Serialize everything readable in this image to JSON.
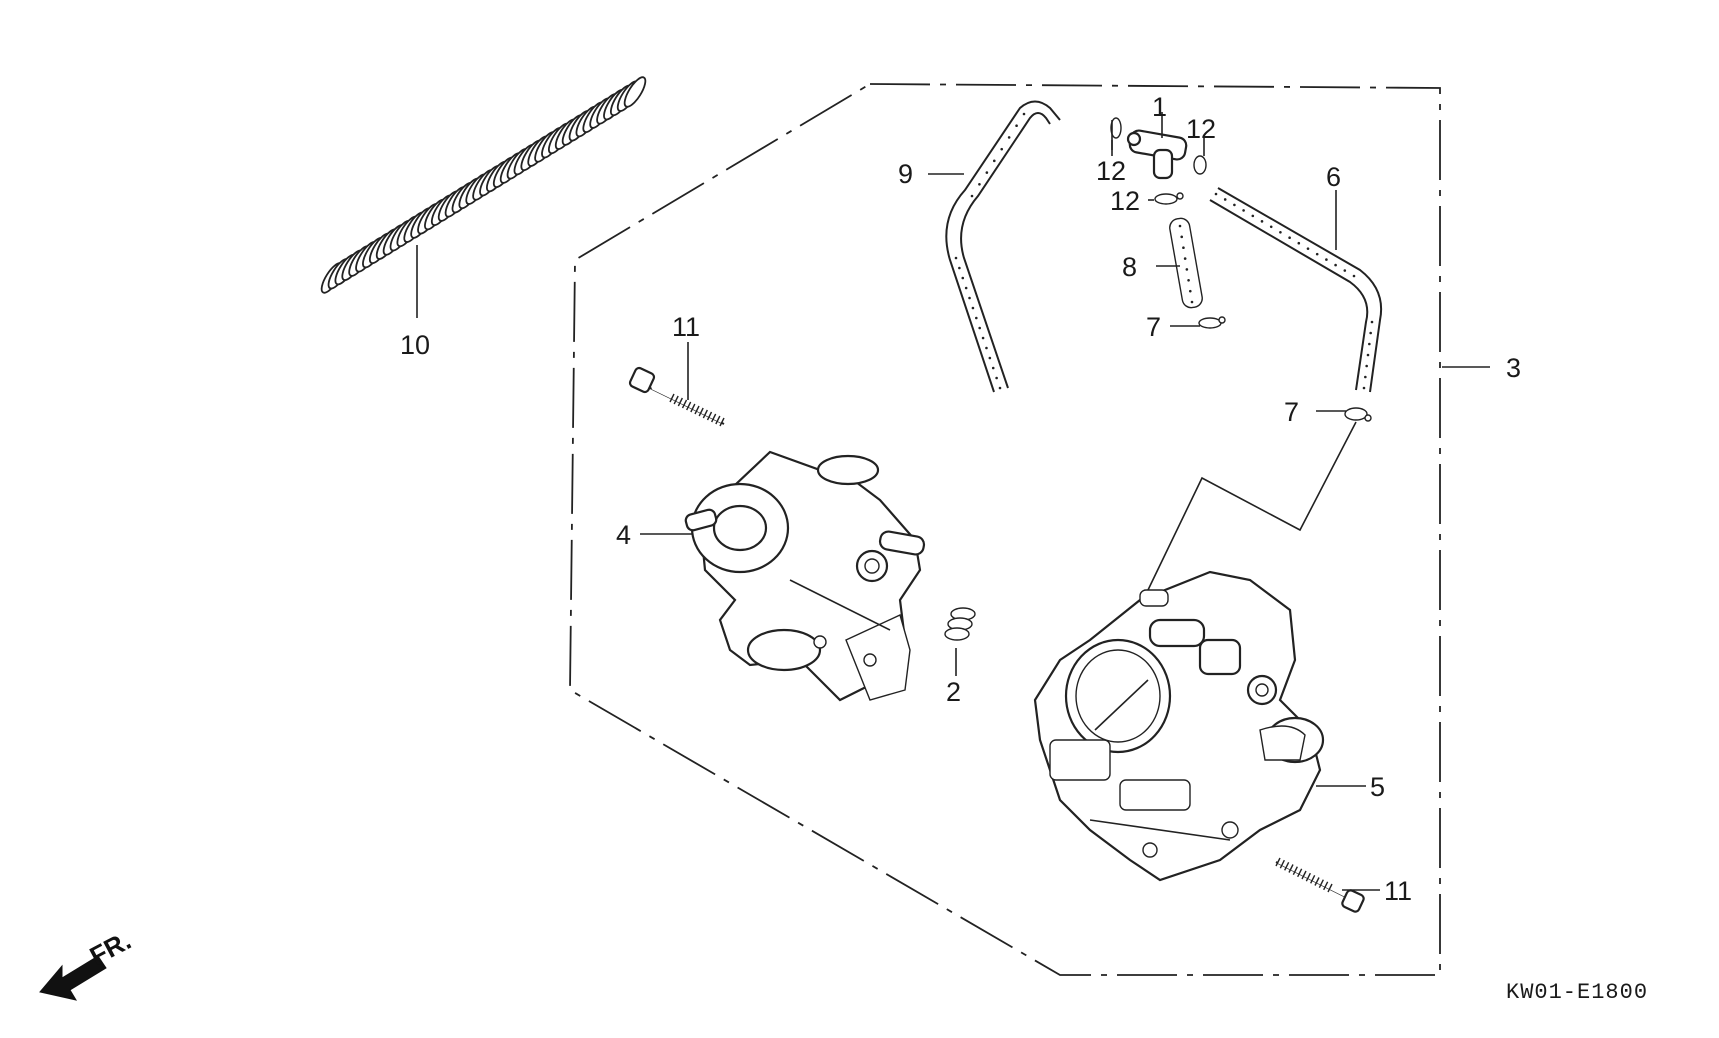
{
  "callouts": {
    "c1": "1",
    "c2": "2",
    "c3": "3",
    "c4": "4",
    "c5": "5",
    "c6": "6",
    "c7a": "7",
    "c7b": "7",
    "c8": "8",
    "c9": "9",
    "c10": "10",
    "c11a": "11",
    "c11b": "11",
    "c12a": "12",
    "c12b": "12",
    "c12c": "12"
  },
  "direction_label": "FR.",
  "diagram_code": "KW01-E1800"
}
